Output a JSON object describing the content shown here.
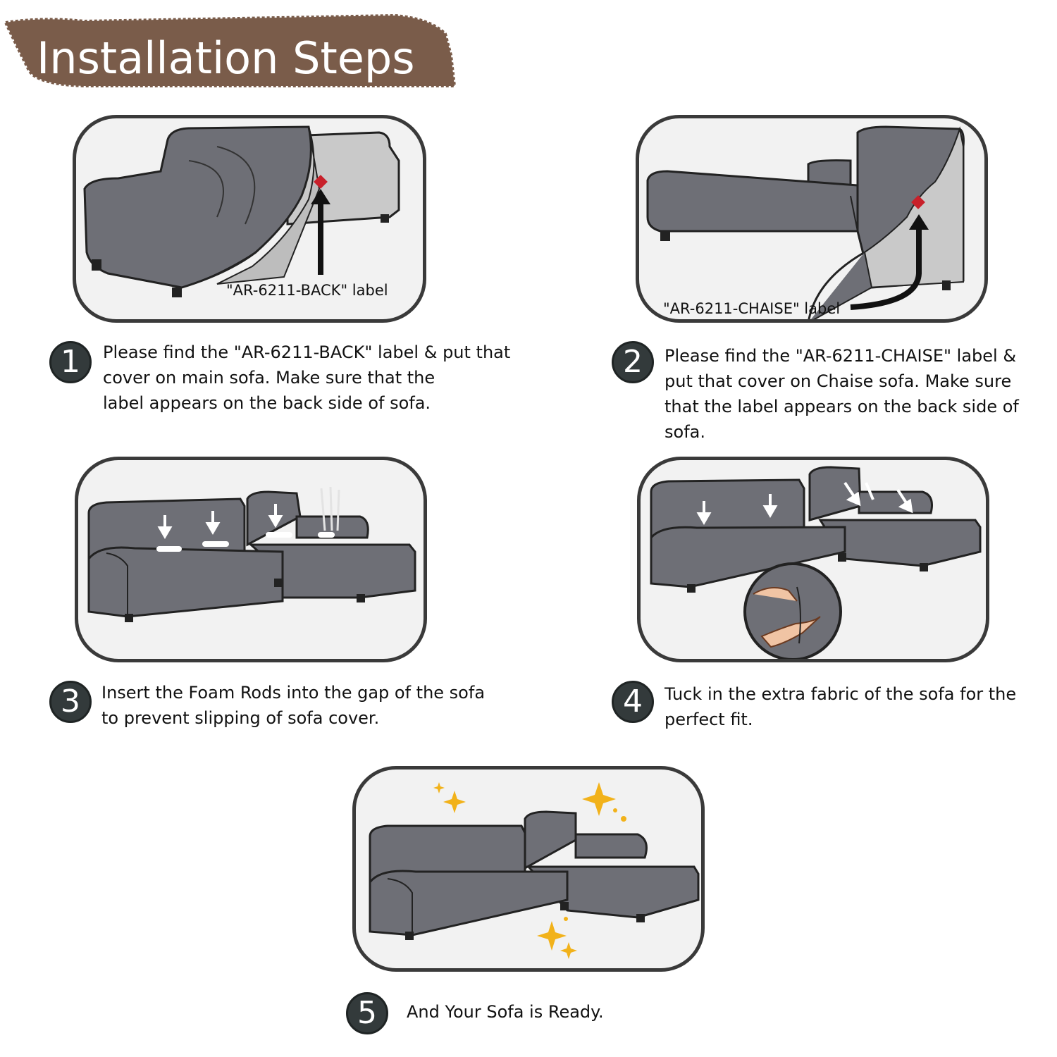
{
  "header": {
    "title": "Installation Steps"
  },
  "colors": {
    "banner": "#7a5c4a",
    "sofa": "#6e6f76",
    "label_tag": "#c8202a",
    "sparkle": "#f2b21a"
  },
  "steps": [
    {
      "number": "1",
      "text": "Please find the \"AR-6211-BACK\" label & put that\ncover on main sofa. Make sure that the\nlabel appears on the back side of sofa.",
      "callout": "\"AR-6211-BACK\" label"
    },
    {
      "number": "2",
      "text": "Please find the \"AR-6211-CHAISE\" label &\n put that cover on Chaise sofa. Make sure\nthat the label appears on the back side of sofa.",
      "callout": "\"AR-6211-CHAISE\" label"
    },
    {
      "number": "3",
      "text": "Insert the Foam Rods into the gap of the sofa\nto prevent slipping of sofa cover."
    },
    {
      "number": "4",
      "text": "Tuck in the extra fabric of the sofa for the\nperfect fit."
    },
    {
      "number": "5",
      "text": "And Your Sofa is Ready."
    }
  ]
}
